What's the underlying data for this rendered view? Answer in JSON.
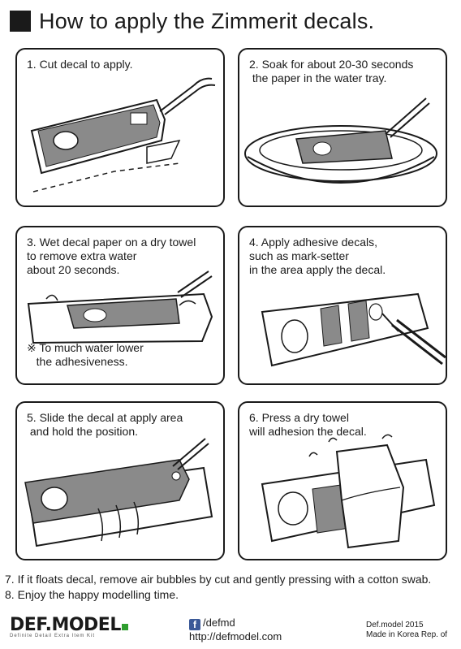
{
  "title": "How to apply the Zimmerit decals.",
  "steps": [
    {
      "text": "1. Cut decal to apply."
    },
    {
      "text": "2. Soak for about 20-30 seconds\n the paper in the water tray."
    },
    {
      "text": "3. Wet decal paper on a dry towel\nto remove extra water\nabout 20 seconds.",
      "note": "※ To much water lower\n   the adhesiveness."
    },
    {
      "text": "4. Apply adhesive decals,\nsuch as mark-setter\nin the area apply the decal."
    },
    {
      "text": "5. Slide the decal at apply area\n and hold the position."
    },
    {
      "text": "6. Press a dry towel\nwill adhesion the decal."
    }
  ],
  "footer_steps": [
    "7. If it floats decal, remove air bubbles by cut and gently pressing with a cotton swab.",
    "8. Enjoy the happy modelling time."
  ],
  "brand": {
    "logo": "DEF.MODEL",
    "tagline": "Definite Detail Extra Item Kit"
  },
  "social": {
    "facebook": "/defmd",
    "url": "http://defmodel.com"
  },
  "maker": {
    "line1": "Def.model 2015",
    "line2": "Made in Korea Rep. of"
  },
  "colors": {
    "ink": "#1a1a1a",
    "decal_gray": "#8a8a8a",
    "facebook": "#3b5998",
    "brand_green": "#2e9e2e"
  }
}
